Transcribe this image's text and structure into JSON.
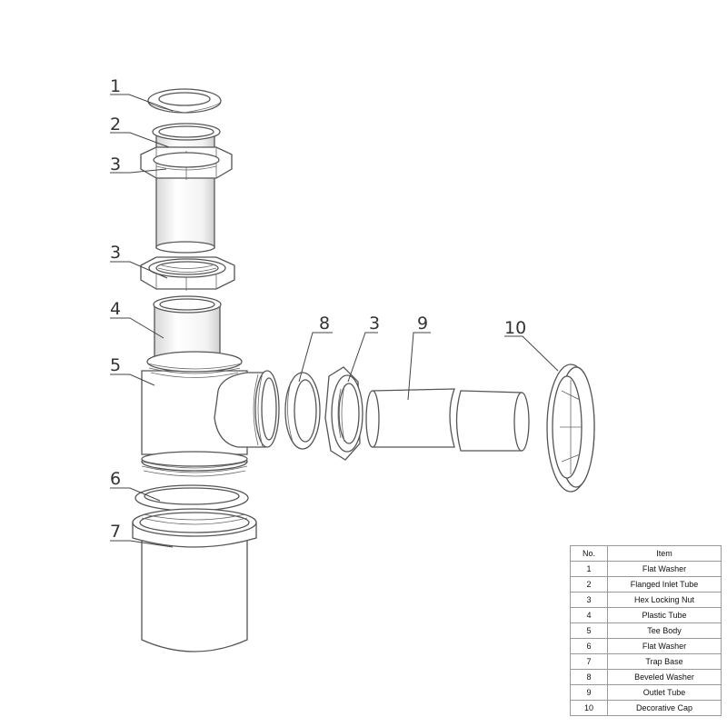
{
  "callouts": [
    "1",
    "2",
    "3",
    "3",
    "4",
    "5",
    "6",
    "7",
    "8",
    "3",
    "9",
    "10"
  ],
  "table": {
    "headers": {
      "no": "No.",
      "item": "Item"
    },
    "rows": [
      {
        "no": "1",
        "item": "Flat Washer"
      },
      {
        "no": "2",
        "item": "Flanged Inlet Tube"
      },
      {
        "no": "3",
        "item": "Hex Locking Nut"
      },
      {
        "no": "4",
        "item": "Plastic Tube"
      },
      {
        "no": "5",
        "item": "Tee Body"
      },
      {
        "no": "6",
        "item": "Flat Washer"
      },
      {
        "no": "7",
        "item": "Trap Base"
      },
      {
        "no": "8",
        "item": "Beveled Washer"
      },
      {
        "no": "9",
        "item": "Outlet Tube"
      },
      {
        "no": "10",
        "item": "Decorative Cap"
      }
    ]
  }
}
